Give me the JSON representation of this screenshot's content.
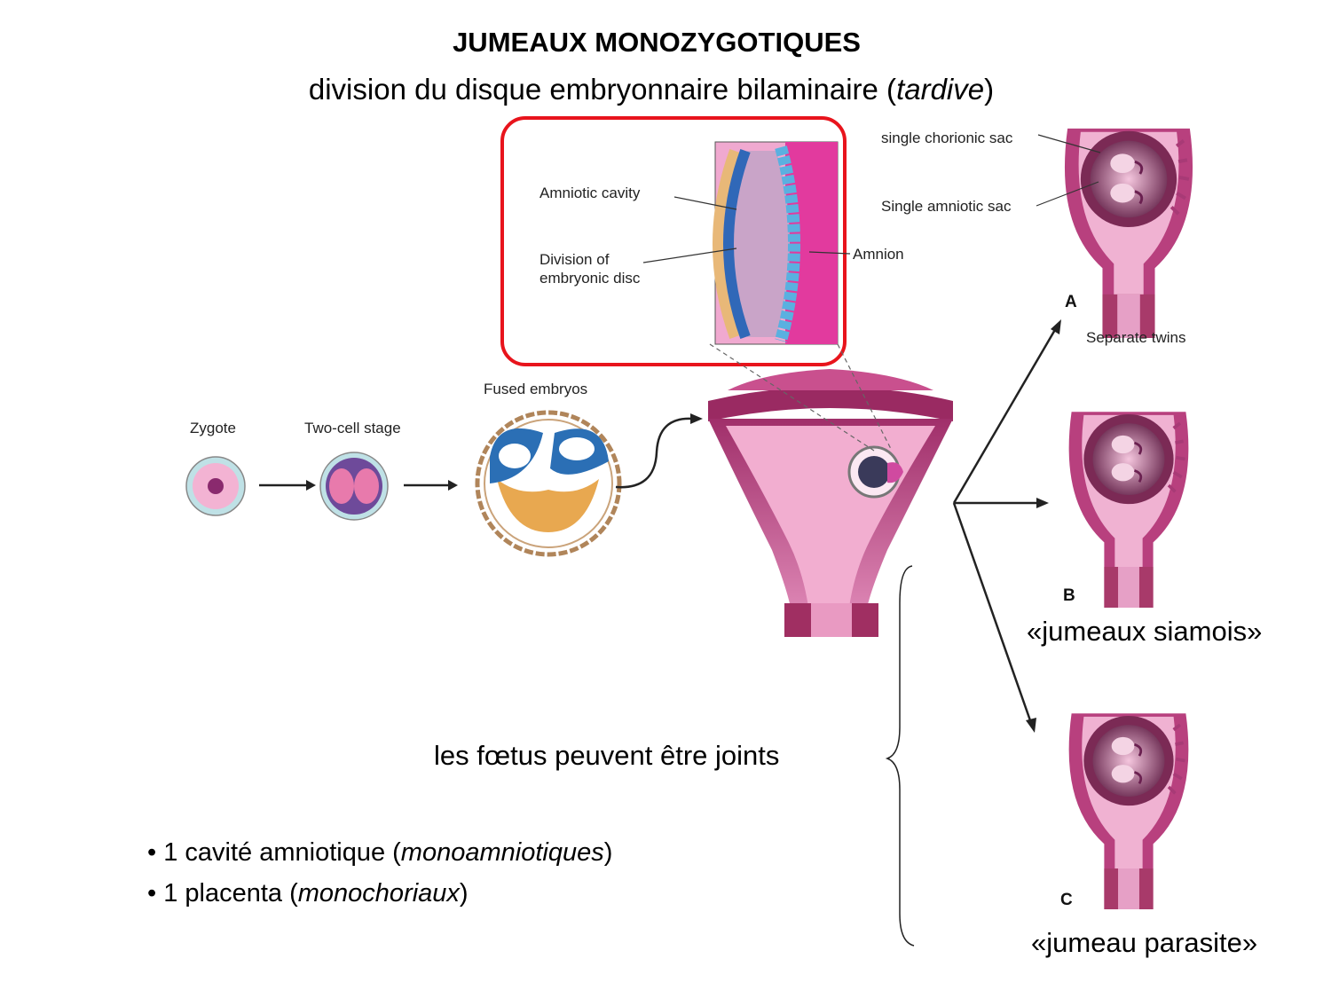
{
  "header": {
    "title": "JUMEAUX MONOZYGOTIQUES",
    "subtitle_prefix": "division du disque embryonnaire bilaminaire (",
    "subtitle_italic": "tardive",
    "subtitle_suffix": ")"
  },
  "labels": {
    "zygote": "Zygote",
    "two_cell": "Two-cell stage",
    "fused": "Fused embryos",
    "amniotic_cavity": "Amniotic cavity",
    "division_line1": "Division of",
    "division_line2": "embryonic disc",
    "amnion": "Amnion",
    "chorionic": "single chorionic sac",
    "amniotic_sac": "Single amniotic sac",
    "separate": "Separate twins",
    "letter_a": "A",
    "letter_b": "B",
    "letter_c": "C"
  },
  "captions": {
    "siamese": "«jumeaux siamois»",
    "parasite": "«jumeau parasite»",
    "joined": "les fœtus peuvent être joints"
  },
  "bullets": [
    {
      "prefix": "• 1 cavité amniotique (",
      "italic": "monoamniotiques",
      "suffix": ")"
    },
    {
      "prefix": "• 1 placenta (",
      "italic": "monochoriaux",
      "suffix": ")"
    }
  ],
  "colors": {
    "highlight": "#e8141c",
    "pink": "#e9a0c8",
    "magenta": "#b83a7c",
    "blue": "#2b6fb5",
    "orange": "#e8b050"
  }
}
